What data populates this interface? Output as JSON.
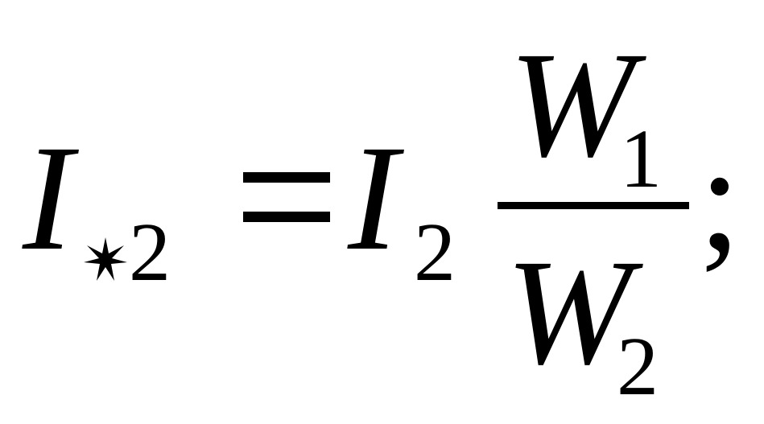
{
  "formula": {
    "lhs": {
      "symbol": "I",
      "subscript_mark": "⋆",
      "subscript": "2"
    },
    "equals": "=",
    "rhs": {
      "symbol": "I",
      "subscript": "2",
      "fraction": {
        "numerator": {
          "symbol": "W",
          "subscript": "1"
        },
        "denominator": {
          "symbol": "W",
          "subscript": "2"
        }
      }
    },
    "terminator": ";"
  }
}
